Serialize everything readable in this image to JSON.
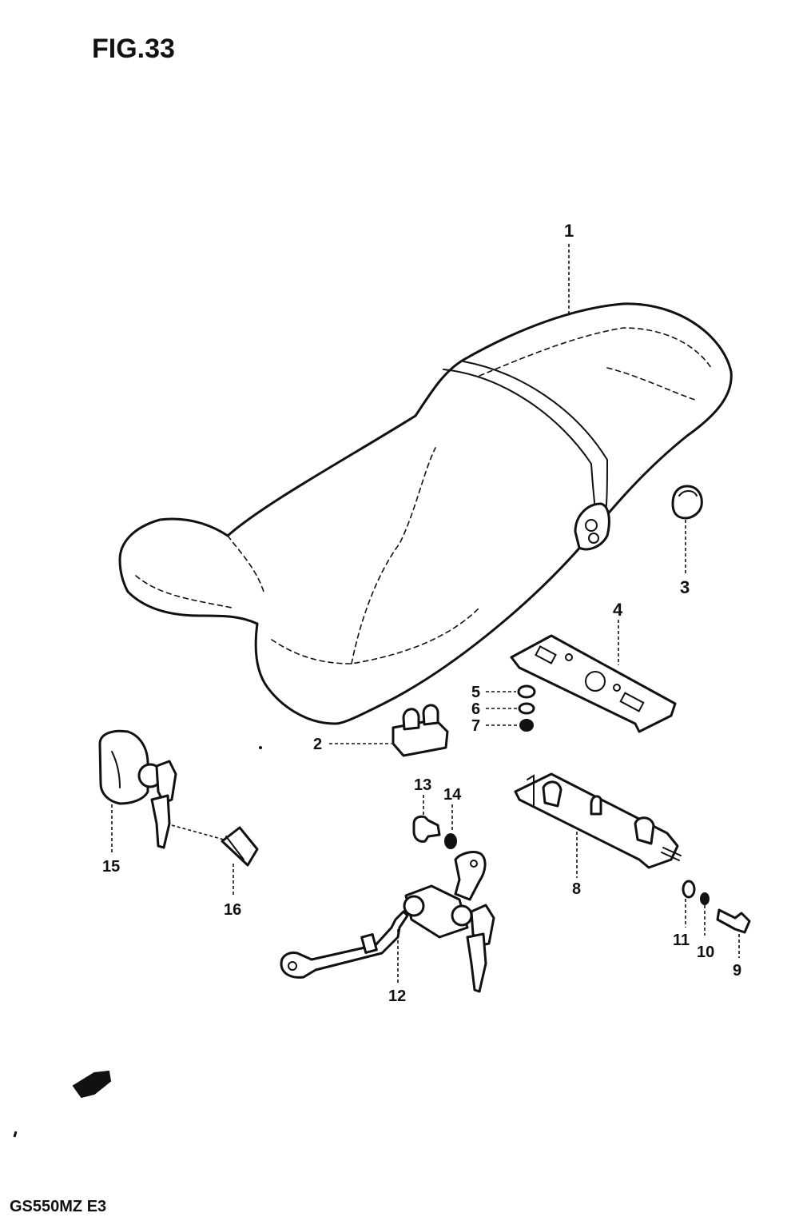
{
  "figure_title": "FIG.33",
  "model_code": "GS550MZ E3",
  "callouts": {
    "c1": "1",
    "c2": "2",
    "c3": "3",
    "c4": "4",
    "c5": "5",
    "c6": "6",
    "c7": "7",
    "c8": "8",
    "c9": "9",
    "c10": "10",
    "c11": "11",
    "c12": "12",
    "c13": "13",
    "c14": "14",
    "c15": "15",
    "c16": "16"
  }
}
